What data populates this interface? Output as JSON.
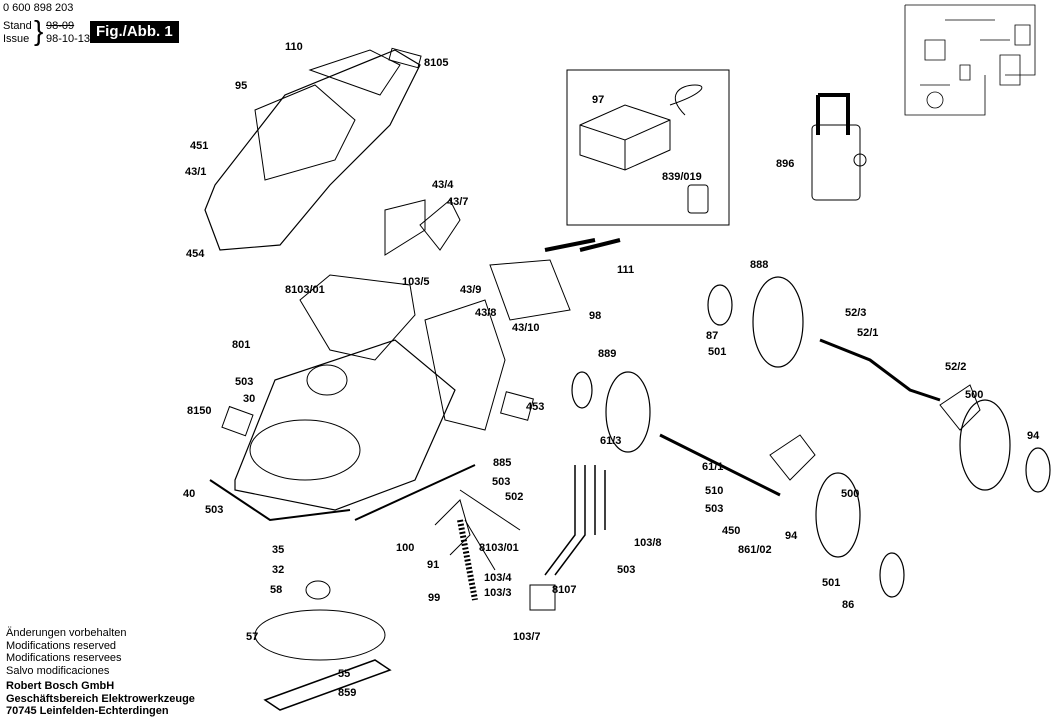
{
  "header": {
    "part_number": "0 600 898 203",
    "stand_label": "Stand",
    "stand_value": "98-09",
    "issue_label": "Issue",
    "issue_value": "98-10-13",
    "figure_label": "Fig./Abb. 1"
  },
  "footer": {
    "lines": [
      "Änderungen vorbehalten",
      "Modifications reserved",
      "Modifications reservees",
      "Salvo modificaciones"
    ],
    "company": [
      "Robert Bosch GmbH",
      "Geschäftsbereich Elektrowerkzeuge",
      "70745 Leinfelden-Echterdingen"
    ]
  },
  "part_labels": [
    "110",
    "8105",
    "95",
    "451",
    "43/1",
    "43/4",
    "43/7",
    "454",
    "97",
    "839/019",
    "896",
    "111",
    "888",
    "103/5",
    "8103/01",
    "43/9",
    "43/8",
    "98",
    "43/10",
    "52/3",
    "52/1",
    "87",
    "501",
    "801",
    "889",
    "503",
    "30",
    "52/2",
    "500",
    "453",
    "8150",
    "94",
    "61/3",
    "885",
    "61/1",
    "503",
    "502",
    "40",
    "510",
    "500",
    "503",
    "450",
    "861/02",
    "94",
    "503",
    "103/8",
    "100",
    "35",
    "8103/01",
    "32",
    "91",
    "503",
    "103/4",
    "103/3",
    "8107",
    "99",
    "501",
    "58",
    "86",
    "57",
    "103/7",
    "55",
    "859"
  ]
}
